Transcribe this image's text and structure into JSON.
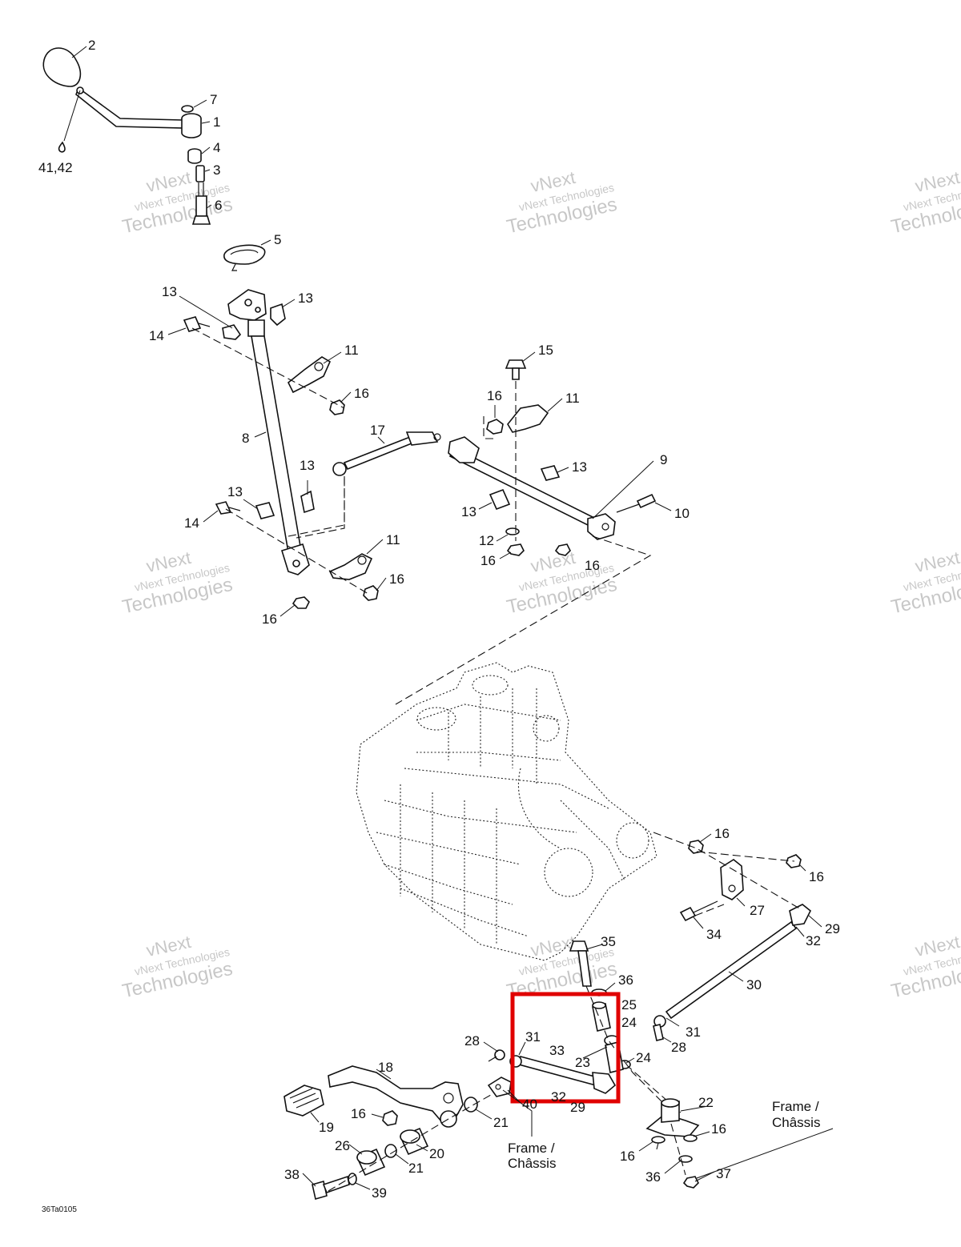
{
  "watermark": {
    "line1": "vNext",
    "line2": "vNext Technologies",
    "line3": "Technologies"
  },
  "code": "36Ta0105",
  "frame_label_1": {
    "line1": "Frame /",
    "line2": "Châssis"
  },
  "frame_label_2": {
    "line1": "Frame /",
    "line2": "Châssis"
  },
  "callouts": {
    "c1": "1",
    "c2": "2",
    "c3": "3",
    "c4": "4",
    "c5": "5",
    "c6": "6",
    "c7": "7",
    "c8": "8",
    "c9": "9",
    "c10": "10",
    "c11a": "11",
    "c11b": "11",
    "c11c": "11",
    "c12": "12",
    "c13a": "13",
    "c13b": "13",
    "c13c": "13",
    "c13d": "13",
    "c13e": "13",
    "c13f": "13",
    "c14a": "14",
    "c14b": "14",
    "c15": "15",
    "c16a": "16",
    "c16b": "16",
    "c16c": "16",
    "c16d": "16",
    "c16e": "16",
    "c16f": "16",
    "c16g": "16",
    "c16h": "16",
    "c16i": "16",
    "c16j": "16",
    "c16k": "16",
    "c17": "17",
    "c18": "18",
    "c19": "19",
    "c20": "20",
    "c21a": "21",
    "c21b": "21",
    "c22": "22",
    "c23": "23",
    "c24a": "24",
    "c24b": "24",
    "c25": "25",
    "c26": "26",
    "c27": "27",
    "c28a": "28",
    "c28b": "28",
    "c29a": "29",
    "c29b": "29",
    "c30": "30",
    "c31a": "31",
    "c31b": "31",
    "c32a": "32",
    "c32b": "32",
    "c33": "33",
    "c34": "34",
    "c35": "35",
    "c36a": "36",
    "c36b": "36",
    "c37": "37",
    "c38": "38",
    "c39": "39",
    "c40": "40",
    "c4142": "41,42"
  }
}
